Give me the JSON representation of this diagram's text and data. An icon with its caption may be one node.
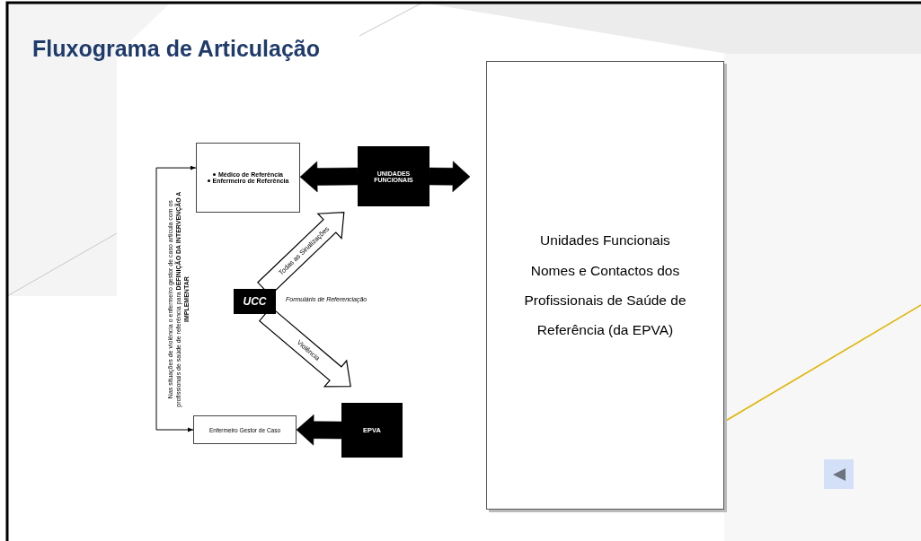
{
  "diagram": {
    "title": "Fluxograma de Articulação",
    "nodes": [
      {
        "text": [
          "Médico de Referência",
          "Enfermeiro de Referência"
        ]
      },
      {
        "text": [
          "UNIDADES FUNCIONAIS"
        ]
      },
      {
        "text": [
          "UCC"
        ]
      },
      {
        "text": [
          "Enfermeiro Gestor de Caso"
        ]
      },
      {
        "text": [
          "EPVA"
        ]
      },
      {
        "text": [
          "Unidades Funcionais Nomes e Contactos dos Profissionais de Saúde de Referência (da EPVA)"
        ]
      }
    ],
    "edges": [
      {
        "from": 1,
        "to": 0,
        "arrow": "to",
        "style": "thick"
      },
      {
        "from": 1,
        "to": null,
        "arrow": "to",
        "style": "thick"
      },
      {
        "from": 2,
        "to": 1,
        "arrow": "to",
        "style": "thick",
        "color": "#ffffff",
        "label": "Todas as Sinalizações"
      },
      {
        "from": 2,
        "to": 4,
        "arrow": "to",
        "style": "thick",
        "color": "#ffffff",
        "label": "Violência"
      },
      {
        "from": 4,
        "to": 3,
        "arrow": "to",
        "style": "thick"
      },
      {
        "from": 3,
        "to": 0,
        "arrow": "both",
        "label": "Nas situações de violência o enfermeiro gestor de caso articula com os profissionais de saúde de referência para **DEFINIÇÃO DA INTERVENÇÃO A IMPLEMENTAR**"
      }
    ],
    "labels": [
      "Formulário de Referenciação"
    ]
  }
}
